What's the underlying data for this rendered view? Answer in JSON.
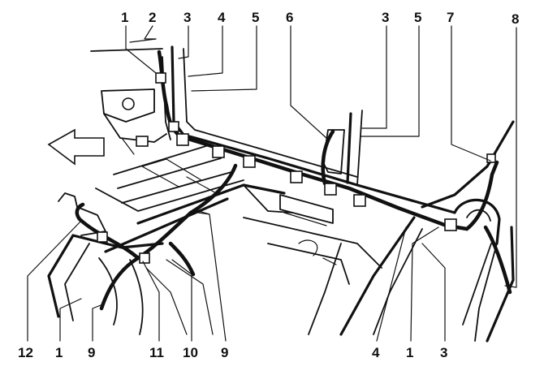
{
  "figure": {
    "top_labels": [
      "1",
      "2",
      "3",
      "4",
      "5",
      "6",
      "3",
      "5",
      "7",
      "8"
    ],
    "bottom_labels": [
      "12",
      "1",
      "9",
      "11",
      "10",
      "9",
      "4",
      "1",
      "3"
    ]
  },
  "colors": {
    "ink": "#111111",
    "paper": "#ffffff"
  }
}
